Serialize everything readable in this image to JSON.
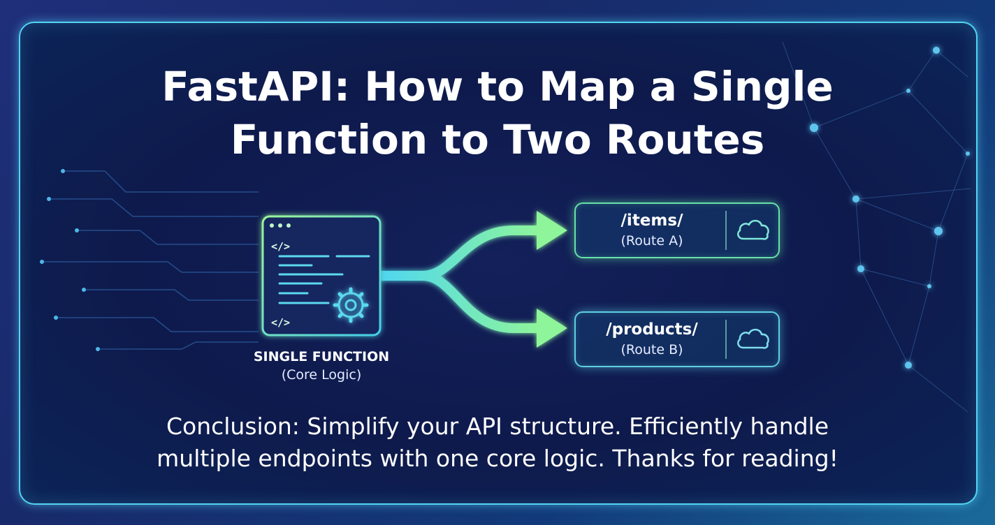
{
  "title": {
    "line1": "FastAPI: How to Map a Single",
    "line2": "Function to Two Routes"
  },
  "function_box": {
    "icon": "code-window-gear-icon",
    "code_tag_top": "</>",
    "code_tag_bottom": "</>",
    "label": "SINGLE FUNCTION",
    "sublabel": "(Core Logic)"
  },
  "routes": [
    {
      "path": "/items/",
      "label": "(Route A)",
      "icon": "cloud-icon"
    },
    {
      "path": "/products/",
      "label": "(Route B)",
      "icon": "cloud-icon"
    }
  ],
  "conclusion": {
    "line1": "Conclusion: Simplify your API structure. Efficiently handle",
    "line2": "multiple endpoints with one core logic. Thanks for reading!"
  },
  "colors": {
    "accent_green": "#7cf0a0",
    "accent_cyan": "#4fd6f0",
    "background": "#0e1a4c"
  }
}
